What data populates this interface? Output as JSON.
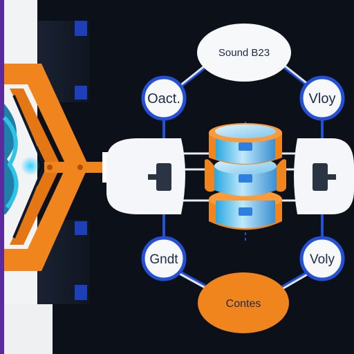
{
  "diagram": {
    "nodes": {
      "top": {
        "label": "Sound B23"
      },
      "upper_left": {
        "label": "Oact."
      },
      "upper_right": {
        "label": "Vloy"
      },
      "lower_left": {
        "label": "Gndt"
      },
      "lower_right": {
        "label": "Voly"
      },
      "bottom": {
        "label": "Contes"
      }
    }
  },
  "colors": {
    "background": "#0b1019",
    "accent_orange": "#f0851e",
    "accent_blue": "#1f4fd6",
    "accent_cyan": "#2ec4e6",
    "node_white": "#f4f6f9"
  }
}
